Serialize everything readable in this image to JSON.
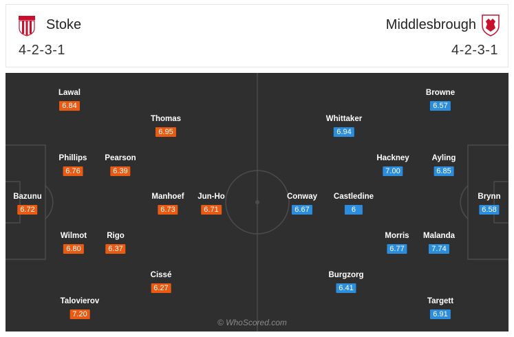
{
  "home": {
    "name": "Stoke",
    "formation": "4-2-3-1",
    "crest": "stoke-crest-icon",
    "color": "#e95a13"
  },
  "away": {
    "name": "Middlesbrough",
    "formation": "4-2-3-1",
    "crest": "middlesbrough-crest-icon",
    "color": "#2b8ddb"
  },
  "players": [
    {
      "name": "Lawal",
      "rating": "6.84",
      "team": "home"
    },
    {
      "name": "Thomas",
      "rating": "6.95",
      "team": "home"
    },
    {
      "name": "Phillips",
      "rating": "6.76",
      "team": "home"
    },
    {
      "name": "Pearson",
      "rating": "6.39",
      "team": "home"
    },
    {
      "name": "Bazunu",
      "rating": "6.72",
      "team": "home"
    },
    {
      "name": "Manhoef",
      "rating": "6.73",
      "team": "home"
    },
    {
      "name": "Jun-Ho",
      "rating": "6.71",
      "team": "home"
    },
    {
      "name": "Wilmot",
      "rating": "6.80",
      "team": "home"
    },
    {
      "name": "Rigo",
      "rating": "6.37",
      "team": "home"
    },
    {
      "name": "Cissé",
      "rating": "6.27",
      "team": "home"
    },
    {
      "name": "Talovierov",
      "rating": "7.20",
      "team": "home"
    },
    {
      "name": "Browne",
      "rating": "6.57",
      "team": "away"
    },
    {
      "name": "Whittaker",
      "rating": "6.94",
      "team": "away"
    },
    {
      "name": "Hackney",
      "rating": "7.00",
      "team": "away"
    },
    {
      "name": "Ayling",
      "rating": "6.85",
      "team": "away"
    },
    {
      "name": "Conway",
      "rating": "6.67",
      "team": "away"
    },
    {
      "name": "Castledine",
      "rating": "6",
      "team": "away"
    },
    {
      "name": "Brynn",
      "rating": "6.58",
      "team": "away"
    },
    {
      "name": "Morris",
      "rating": "6.77",
      "team": "away"
    },
    {
      "name": "Malanda",
      "rating": "7.74",
      "team": "away"
    },
    {
      "name": "Burgzorg",
      "rating": "6.41",
      "team": "away"
    },
    {
      "name": "Targett",
      "rating": "6.91",
      "team": "away"
    }
  ],
  "watermark": "© WhoScored.com"
}
